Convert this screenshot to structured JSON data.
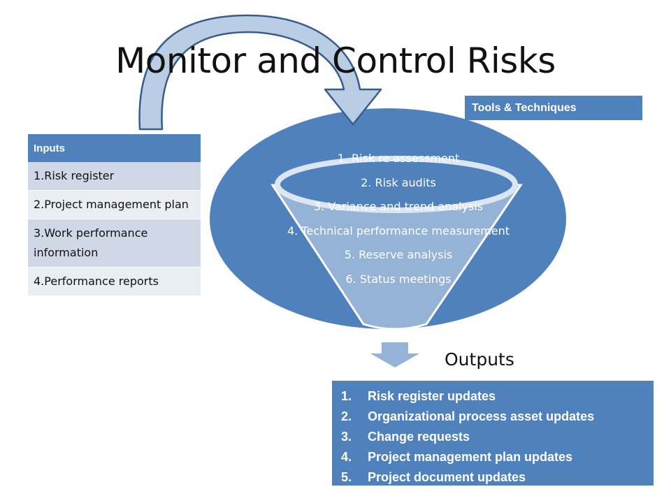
{
  "title": "Monitor and Control Risks",
  "tools": {
    "label": "Tools & Techniques",
    "items": [
      "1. Risk re assessment",
      "2. Risk audits",
      "3. Variance and trend analysis",
      "4. Technical performance measurement",
      "5. Reserve analysis",
      "6. Status meetings"
    ]
  },
  "inputs": {
    "header": "Inputs",
    "items": [
      "1.Risk register",
      "2.Project management plan",
      "3.Work performance information",
      "4.Performance reports"
    ]
  },
  "outputs": {
    "heading": "Outputs",
    "items": [
      {
        "num": "1.",
        "text": "Risk register updates"
      },
      {
        "num": "2.",
        "text": "Organizational process asset updates"
      },
      {
        "num": "3.",
        "text": "Change requests"
      },
      {
        "num": "4.",
        "text": "Project management plan updates"
      },
      {
        "num": "5.",
        "text": "Project document updates"
      }
    ]
  },
  "colors": {
    "accent": "#4f81bd",
    "funnel": "#95b3d7",
    "arrow_fill": "#b9cde5",
    "arrow_edge": "#385d8a",
    "row_dark": "#d0d8e8",
    "row_light": "#e9edf4"
  }
}
